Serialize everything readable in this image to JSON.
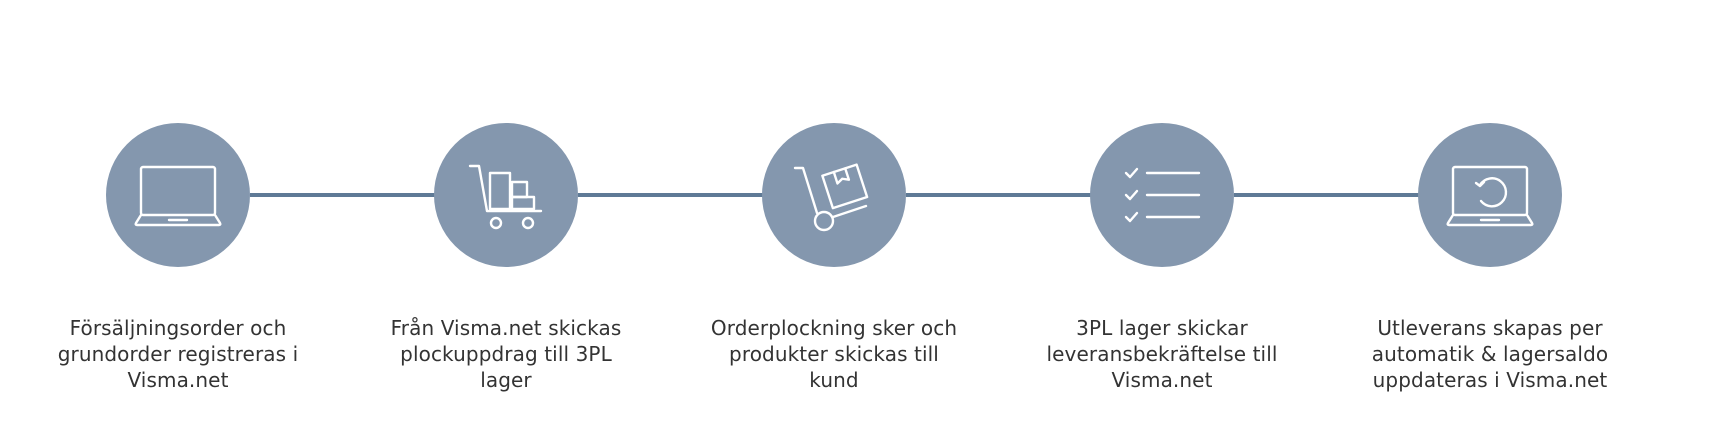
{
  "colors": {
    "circle_fill": "#8497ae",
    "connector": "#5f7a96",
    "icon_stroke": "#ffffff",
    "text": "#333333",
    "background": "#ffffff"
  },
  "steps": [
    {
      "icon": "laptop-icon",
      "label": "Försäljningsorder och grundorder registreras i Visma.net"
    },
    {
      "icon": "shopping-cart-icon",
      "label": "Från Visma.net skickas plockuppdrag till 3PL lager"
    },
    {
      "icon": "hand-truck-icon",
      "label": "Orderplockning sker och produkter skickas till kund"
    },
    {
      "icon": "checklist-icon",
      "label": "3PL lager skickar leveransbekräftelse till Visma.net"
    },
    {
      "icon": "laptop-refresh-icon",
      "label": "Utleverans skapas per automatik & lagersaldo uppdateras i Visma.net"
    }
  ]
}
